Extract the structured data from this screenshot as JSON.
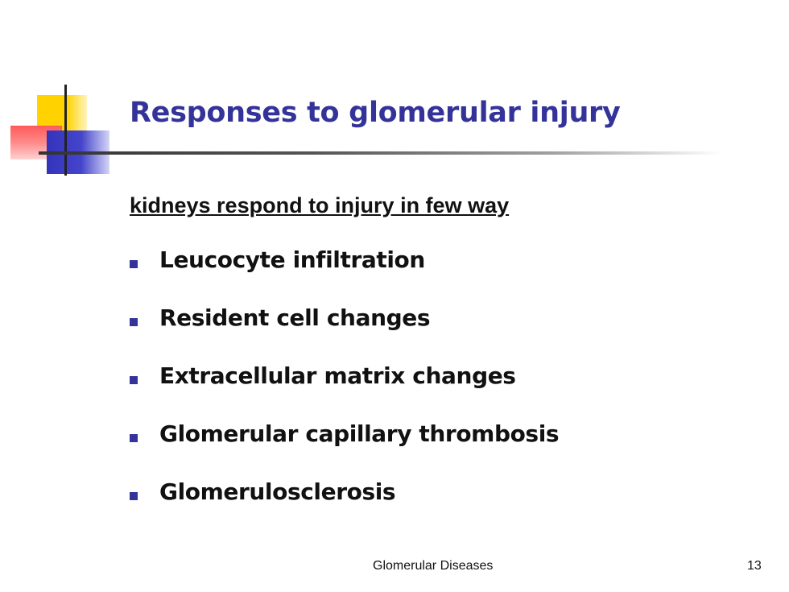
{
  "slide": {
    "title": "Responses to glomerular injury",
    "subheading": "kidneys respond to injury in few way",
    "bullets": [
      "Leucocyte infiltration",
      "Resident cell changes",
      "Extracellular matrix changes",
      "Glomerular capillary thrombosis",
      "Glomerulosclerosis"
    ],
    "footer": "Glomerular Diseases",
    "page_number": "13"
  },
  "colors": {
    "title": "#333399",
    "bullet_marker": "#333399",
    "accent_yellow": "#ffd200",
    "accent_red": "#ff5a5a",
    "accent_blue": "#3333bb"
  }
}
